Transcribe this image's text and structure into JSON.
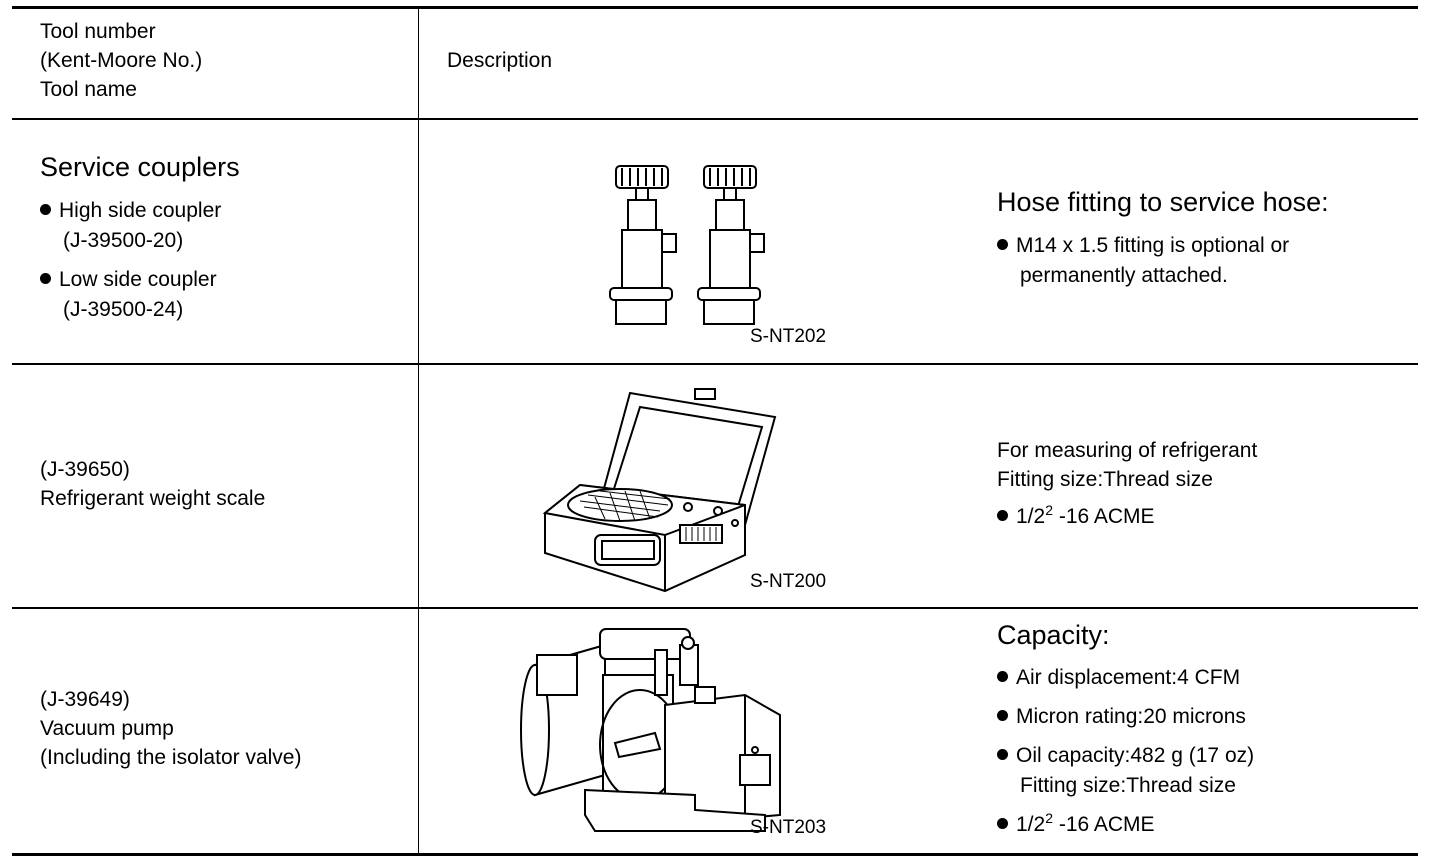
{
  "header": {
    "col1": [
      "Tool number",
      "(Kent-Moore No.)",
      "Tool name"
    ],
    "col2": "Description"
  },
  "rows": [
    {
      "tool_title": "Service couplers",
      "tool_items": [
        {
          "name": "High side coupler",
          "code": "(J-39500-20)"
        },
        {
          "name": "Low side coupler",
          "code": "(J-39500-24)"
        }
      ],
      "illustration": "service-couplers-illustration",
      "figure_id": "S-NT202",
      "desc_heading": "Hose fitting to service hose:",
      "desc_bullets": [
        [
          "M14 x 1.5 fitting is optional or",
          "permanently attached."
        ]
      ]
    },
    {
      "tool_lines": [
        "(J-39650)",
        "Refrigerant weight scale"
      ],
      "illustration": "refrigerant-scale-illustration",
      "figure_id": "S-NT200",
      "desc_lines": [
        "For measuring of refrigerant",
        "Fitting size:Thread size"
      ],
      "desc_bullet": {
        "base": "1/2",
        "sup": "2",
        "rest": " -16 ACME"
      }
    },
    {
      "tool_lines": [
        "(J-39649)",
        "Vacuum pump",
        "(Including the isolator valve)"
      ],
      "illustration": "vacuum-pump-illustration",
      "figure_id": "S-NT203",
      "desc_heading": "Capacity:",
      "desc_bullets": [
        [
          "Air displacement:4 CFM"
        ],
        [
          "Micron rating:20 microns"
        ],
        [
          "Oil capacity:482 g (17 oz)",
          "Fitting size:Thread size"
        ]
      ],
      "desc_bullet_last": {
        "base": "1/2",
        "sup": "2",
        "rest": " -16 ACME"
      }
    }
  ]
}
